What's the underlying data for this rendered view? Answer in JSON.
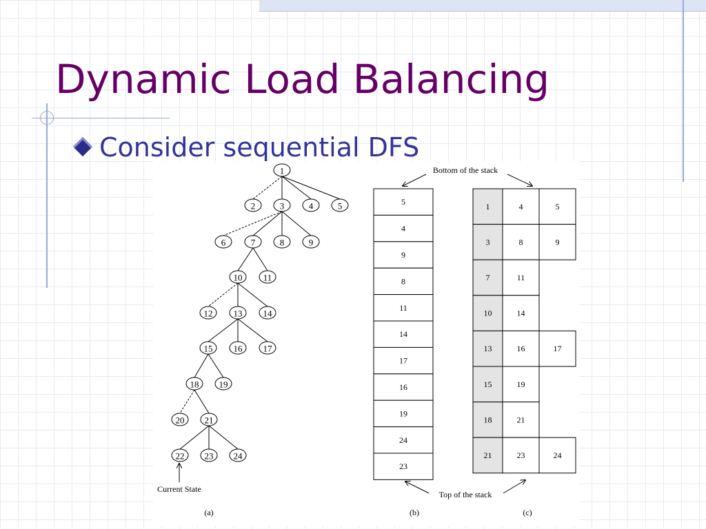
{
  "title": "Dynamic Load Balancing",
  "bullet": "Consider sequential DFS",
  "figure": {
    "tree_nodes": [
      "1",
      "2",
      "3",
      "4",
      "5",
      "6",
      "7",
      "8",
      "9",
      "10",
      "11",
      "12",
      "13",
      "14",
      "15",
      "16",
      "17",
      "18",
      "19",
      "20",
      "21",
      "22",
      "23",
      "24"
    ],
    "current_state_label": "Current State",
    "bottom_label": "Bottom of the stack",
    "top_label": "Top of the stack",
    "stack_b": [
      "5",
      "4",
      "9",
      "8",
      "11",
      "14",
      "17",
      "16",
      "19",
      "24",
      "23"
    ],
    "stack_c": [
      [
        "1",
        "4",
        "5"
      ],
      [
        "3",
        "8",
        "9"
      ],
      [
        "7",
        "11"
      ],
      [
        "10",
        "14"
      ],
      [
        "13",
        "16",
        "17"
      ],
      [
        "15",
        "19"
      ],
      [
        "18",
        "21"
      ],
      [
        "21",
        "23",
        "24"
      ]
    ],
    "captions": [
      "(a)",
      "(b)",
      "(c)"
    ]
  }
}
